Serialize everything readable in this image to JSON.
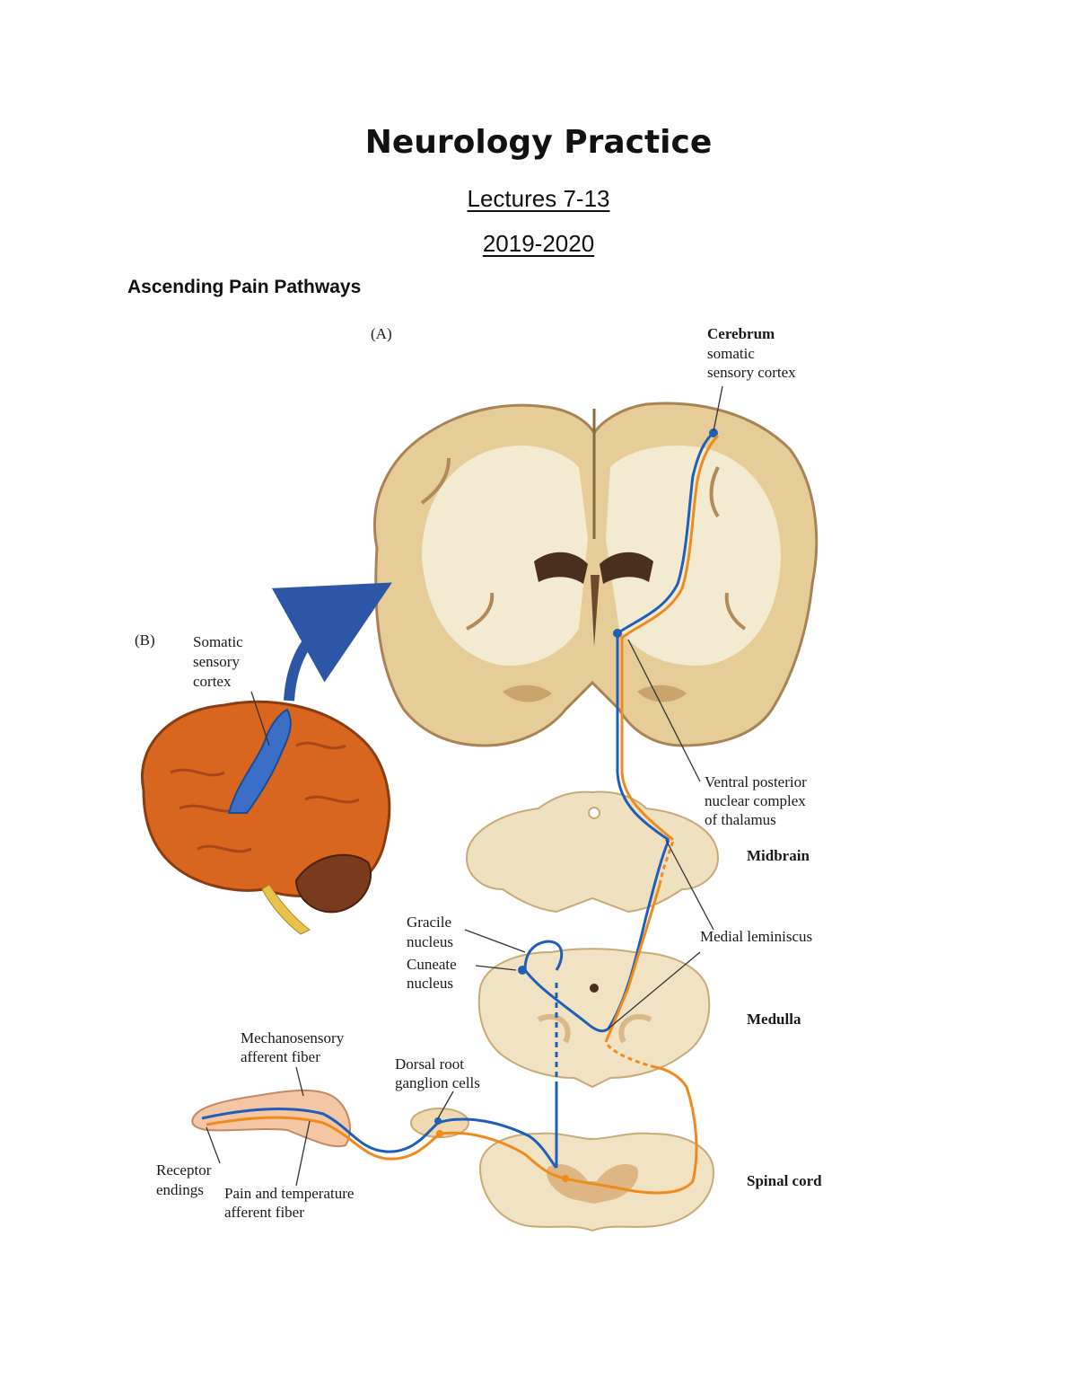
{
  "document": {
    "title": "Neurology Practice",
    "subtitle_lectures": "Lectures 7-13",
    "subtitle_year": "2019-2020",
    "section_heading": "Ascending Pain Pathways"
  },
  "figure": {
    "panel_a": "(A)",
    "panel_b": "(B)",
    "cerebrum": {
      "title": "Cerebrum",
      "line1": "somatic",
      "line2": "sensory cortex"
    },
    "somatic_cortex_b": {
      "line1": "Somatic",
      "line2": "sensory",
      "line3": "cortex"
    },
    "thalamus": {
      "line1": "Ventral posterior",
      "line2": "nuclear complex",
      "line3": "of thalamus"
    },
    "midbrain": "Midbrain",
    "medial_lemniscus": "Medial leminiscus",
    "medulla": "Medulla",
    "spinal_cord": "Spinal cord",
    "gracile": {
      "line1": "Gracile",
      "line2": "nucleus"
    },
    "cuneate": {
      "line1": "Cuneate",
      "line2": "nucleus"
    },
    "dorsal_root": {
      "line1": "Dorsal root",
      "line2": "ganglion cells"
    },
    "mechanosensory": {
      "line1": "Mechanosensory",
      "line2": "afferent fiber"
    },
    "receptor": {
      "line1": "Receptor",
      "line2": "endings"
    },
    "pain_temp": {
      "line1": "Pain and temperature",
      "line2": "afferent fiber"
    },
    "colors": {
      "mechanosensory_pathway": "#1f5fb8",
      "pain_pathway": "#f08a1c",
      "brain_tissue": "#e6cc96",
      "white_matter": "#f3ead2",
      "cortex_orange": "#d9661f",
      "cortex_highlight": "#3b6fc7"
    }
  }
}
